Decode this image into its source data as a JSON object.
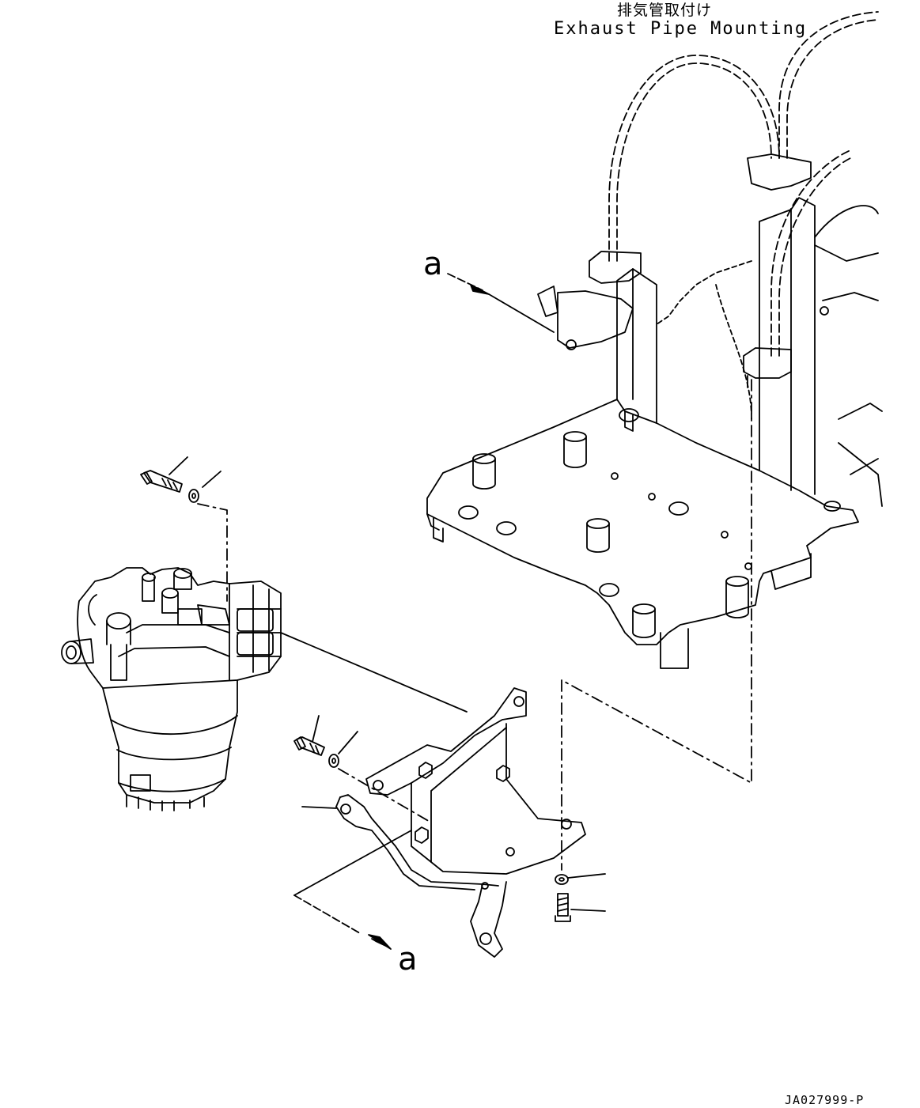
{
  "header": {
    "title_jp": "排気管取付け",
    "title_en": "Exhaust Pipe Mounting"
  },
  "labels": {
    "view_upper": "a",
    "view_lower": "a"
  },
  "drawing_id": "JA027999-P",
  "colors": {
    "line": "#000000",
    "background": "#ffffff"
  }
}
